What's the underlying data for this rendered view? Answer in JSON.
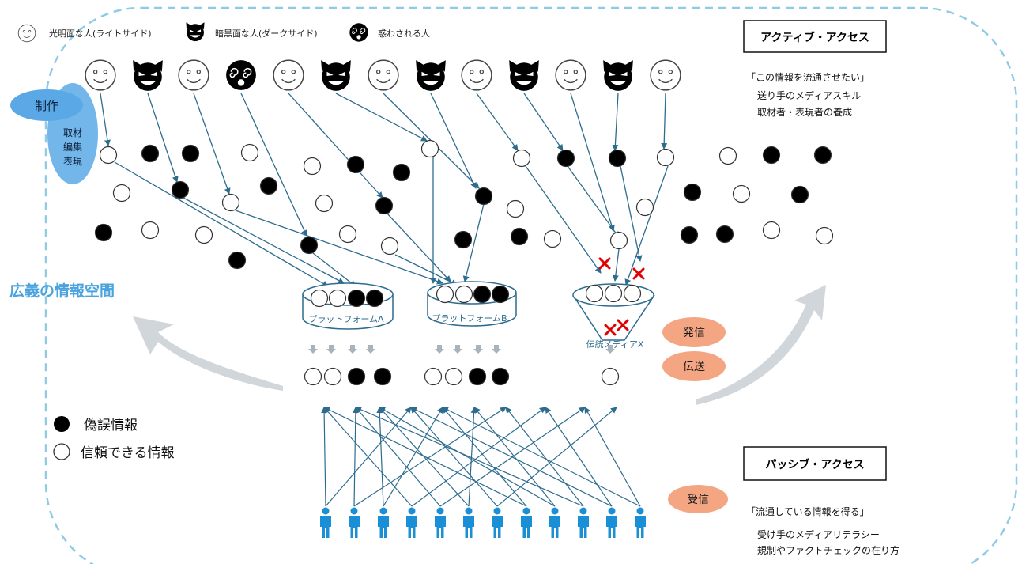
{
  "legend_top": {
    "light": "光明面な人(ライトサイド)",
    "dark": "暗黒面な人(ダークサイド)",
    "confused": "惑わされる人"
  },
  "production": {
    "title": "制作",
    "items": [
      "取材",
      "編集",
      "表現"
    ]
  },
  "space_label": "広義の情報空間",
  "active_access": {
    "title": "アクティブ・アクセス",
    "quote": "「この情報を流通させたい」",
    "lines": [
      "送り手のメディアスキル",
      "取材者・表現者の養成"
    ]
  },
  "passive_access": {
    "title": "パッシブ・アクセス",
    "quote": "「流通している情報を得る」",
    "lines": [
      "受け手のメディアリテラシー",
      "規制やファクトチェックの在り方"
    ]
  },
  "platforms": {
    "a": "プラットフォームA",
    "b": "プラットフォームB",
    "x": "伝統メディアX"
  },
  "labels": {
    "send": "発信",
    "transmit": "伝送",
    "receive": "受信"
  },
  "legend_bottom": {
    "false_info": "偽誤情報",
    "reliable_info": "信頼できる情報"
  },
  "colors": {
    "accent_blue": "#4aa3df",
    "arrow": "#2e6c8e",
    "dashed_border": "#8fcbe6",
    "orange_pill": "#f4a582",
    "blue_pill": "#5aa9e6",
    "cross": "#e00000",
    "person": "#1b8fd6"
  }
}
